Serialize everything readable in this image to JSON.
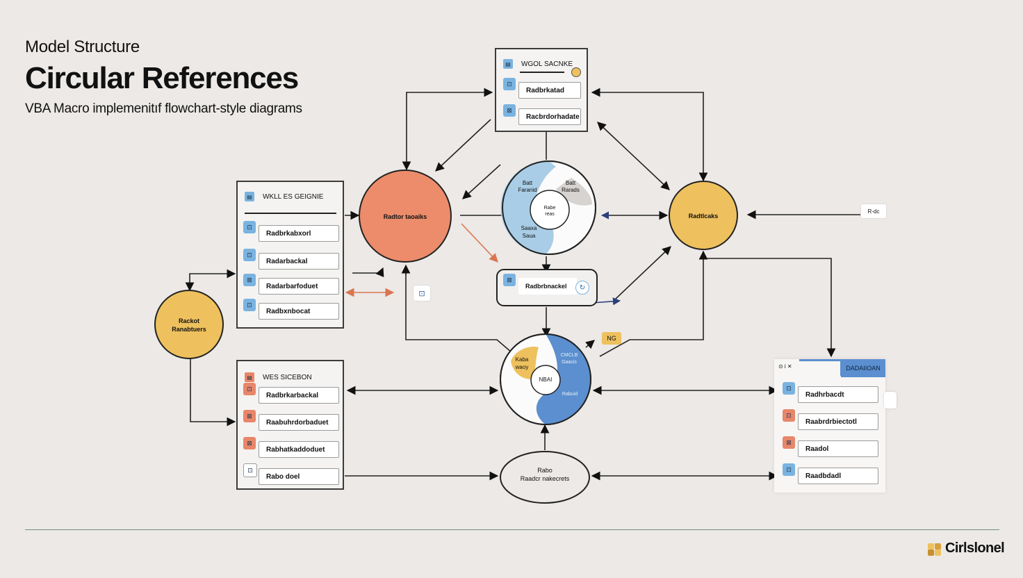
{
  "header": {
    "supertitle": "Model Structure",
    "title": "Circular References",
    "subtitle": "VBA Macro implemenitıf flowchart-style diagrams"
  },
  "top_panel": {
    "heading": "WGOL SACNKE",
    "rows": [
      "Radbrkatad",
      "Racbrdorhadate"
    ]
  },
  "left_panel": {
    "heading": "WKLL ES GEIGNIE",
    "rows": [
      "Radbrkabxorl",
      "Radarbackal",
      "Radarbarfoduet",
      "Radbxnbocat"
    ]
  },
  "bottom_panel": {
    "heading": "WES SICEBON",
    "rows": [
      "Radbrkarbackal",
      "Raabuhrdorbaduet",
      "Rabhatkaddoduet",
      "Rabo doel"
    ]
  },
  "right_panel": {
    "tab_left": "⊙ i ✕",
    "tab_right": "DADAIIOAN",
    "rows": [
      "Radhrbacdt",
      "Raabrdrbiectotl",
      "Raadol",
      "Raadbdadl"
    ]
  },
  "center_box": {
    "label": "Radbrbnackel"
  },
  "nodes": {
    "orange": "Radtor taoaiks",
    "gold_right": "Radtlcaks",
    "gold_left": [
      "Rackot",
      "Ranabtuers"
    ],
    "top_donut": {
      "tl": [
        "Batt",
        "Faranid"
      ],
      "tr": [
        "Batt",
        "Rarads"
      ],
      "center": [
        "Rabe",
        "reas"
      ],
      "bl": [
        "Saaxa",
        "Saua"
      ]
    },
    "bottom_donut": {
      "tl": [
        "Kaba",
        "waoy"
      ],
      "tr": [
        "CMCLB",
        "Gaacis"
      ],
      "center": "NBAI",
      "br": "Rabuid"
    },
    "oval": [
      "Rabo",
      "Raadcr nakecrets"
    ]
  },
  "small_labels": {
    "right_chip": "R-dc",
    "gold_chip": "NG",
    "tiny_icon": "⊡"
  },
  "logo": {
    "text": "Cirlslonel"
  },
  "colors": {
    "background": "#ece9e6",
    "orange": "#ec8c6b",
    "gold": "#eec15e",
    "donut_blue": "#5b8fcf",
    "donut_light": "#a9cde6",
    "tag_blue": "#7ab3e0",
    "tag_orange": "#e8866a"
  }
}
